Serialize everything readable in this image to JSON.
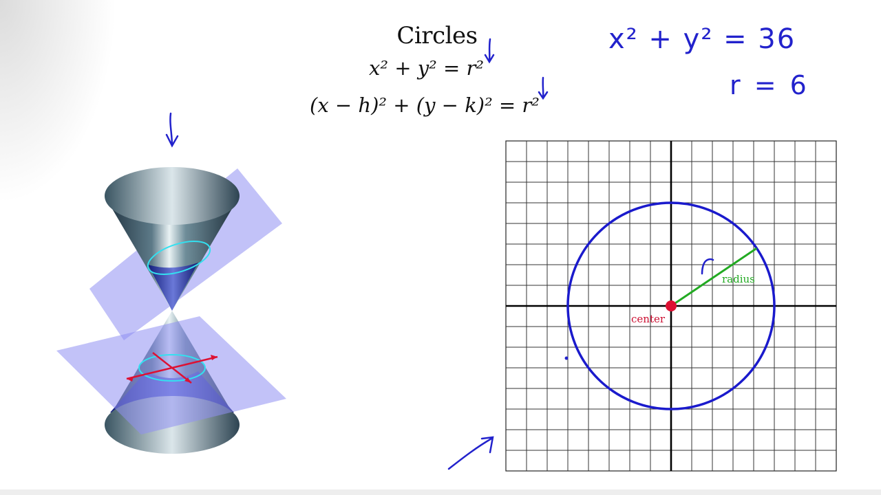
{
  "title": "Circles",
  "equations": {
    "standard_origin": "x² + y² = r²",
    "standard_general": "(x − h)² + (y − k)² = r²"
  },
  "handwritten": {
    "equation": "x² + y² = 36",
    "radius": "r = 6"
  },
  "graph": {
    "circle_radius": 6,
    "center_label": "center",
    "radius_label": "radius"
  },
  "colors": {
    "circle": "#1a1acc",
    "radius_line": "#22aa22",
    "center_point": "#dd1133",
    "ink": "#2222cc",
    "plane": "#8f8ff2",
    "cone_dark": "#1f3646",
    "cone_blue": "#1a2b9a",
    "section_ellipse": "#33e0f0",
    "section_axes": "#dd1133"
  },
  "icons": {
    "arrows": [
      "down-arrow-icon",
      "down-arrow-icon",
      "down-arrow-icon",
      "up-right-arrow-icon"
    ]
  }
}
